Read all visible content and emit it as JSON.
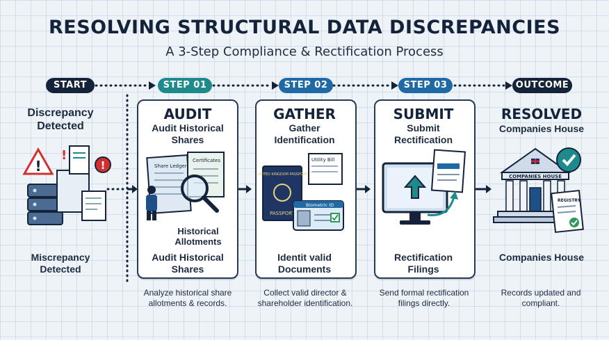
{
  "header": {
    "title": "RESOLVING STRUCTURAL DATA DISCREPANCIES",
    "subtitle": "A 3-Step Compliance & Rectification Process"
  },
  "flow": {
    "start": {
      "pill": "START",
      "heading": "Discrepancy Detected",
      "bottom": "Miscrepancy Detected"
    },
    "step1": {
      "pill": "STEP 01",
      "heading": "AUDIT",
      "subheading": "Audit Historical Shares",
      "illustration_labels": [
        "Share Ledger",
        "Certificates"
      ],
      "callout": "Historical Allotments",
      "bottom": "Audit Historical Shares",
      "caption": "Analyze historical share allotments & records."
    },
    "step2": {
      "pill": "STEP 02",
      "heading": "GATHER",
      "subheading": "Gather Identification",
      "illustration_labels": [
        "Utility Bill",
        "UNITED KINGDOM PASSPORT",
        "PASSPORT",
        "Biometric ID"
      ],
      "bottom": "Identit valid Documents",
      "caption": "Collect valid director & shareholder identification."
    },
    "step3": {
      "pill": "STEP 03",
      "heading": "SUBMIT",
      "subheading": "Submit Rectification",
      "bottom": "Rectification Filings",
      "caption": "Send formal rectification filings directly."
    },
    "outcome": {
      "pill": "OUTCOME",
      "heading": "RESOLVED",
      "subheading": "Companies House",
      "illustration_labels": [
        "COMPANIES HOUSE",
        "REGISTRY"
      ],
      "bottom": "Companies House",
      "caption": "Records updated and compliant."
    }
  },
  "colors": {
    "navy": "#14233a",
    "teal": "#1f8a8c",
    "blue": "#1f6aa5",
    "alert": "#d32f2f",
    "success": "#2e9a5a"
  }
}
